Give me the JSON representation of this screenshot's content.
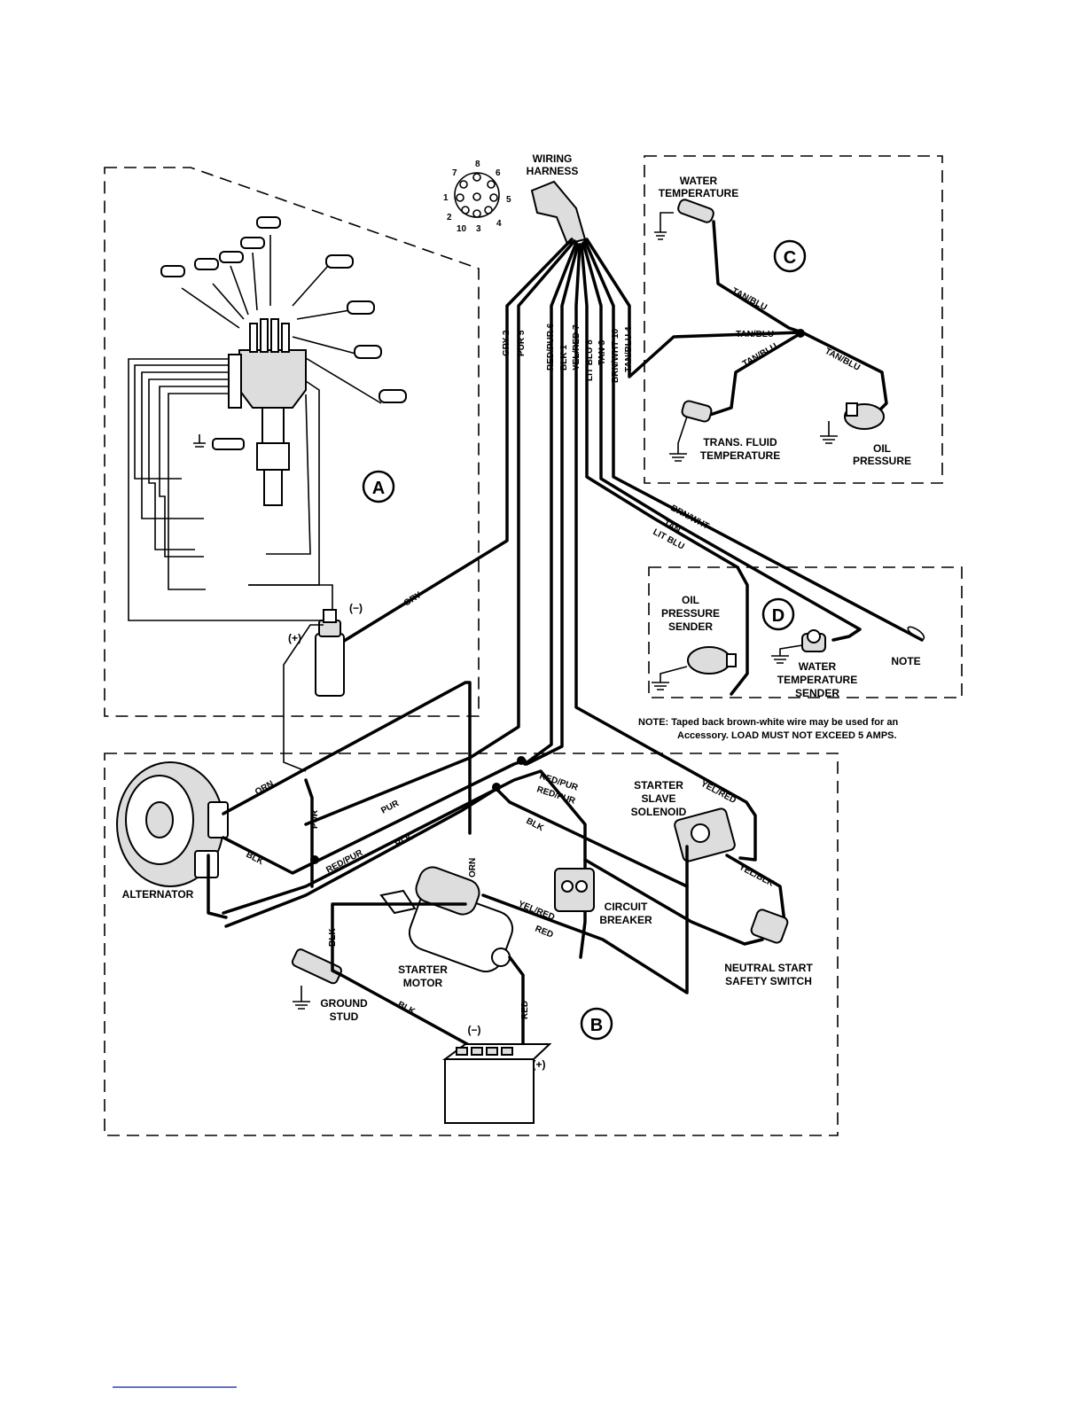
{
  "harness": {
    "title_line1": "WIRING",
    "title_line2": "HARNESS",
    "pins": [
      "1",
      "2",
      "3",
      "4",
      "5",
      "6",
      "7",
      "8",
      "10"
    ],
    "wires": [
      "GRY 2",
      "PUR 5",
      "RED/PUR 6",
      "BLK 1",
      "YEL/RED 7",
      "LIT BLU 8",
      "TAN 3",
      "BRN/WHT 10",
      "TAN/BLU 4"
    ]
  },
  "section_a": {
    "badge": "A",
    "minus": "(−)",
    "plus": "(+)",
    "wire_gry": "GRY"
  },
  "section_b": {
    "badge": "B",
    "alternator": "ALTERNATOR",
    "starter_slave_solenoid": [
      "STARTER",
      "SLAVE",
      "SOLENOID"
    ],
    "circuit_breaker": [
      "CIRCUIT",
      "BREAKER"
    ],
    "starter_motor": [
      "STARTER",
      "MOTOR"
    ],
    "ground_stud": [
      "GROUND",
      "STUD"
    ],
    "neutral_start": [
      "NEUTRAL START",
      "SAFETY SWITCH"
    ],
    "battery_minus": "(−)",
    "battery_plus": "(+)",
    "wire_labels": {
      "orn": "ORN",
      "pur": "PUR",
      "blk": "BLK",
      "red_pur": "RED/PUR",
      "yel_red": "YEL/RED",
      "yel_blk": "YEL/BLK",
      "red": "RED"
    }
  },
  "section_c": {
    "badge": "C",
    "water_temperature": [
      "WATER",
      "TEMPERATURE"
    ],
    "trans_fluid": [
      "TRANS. FLUID",
      "TEMPERATURE"
    ],
    "oil_pressure": [
      "OIL",
      "PRESSURE"
    ],
    "wire_tan_blu": "TAN/BLU"
  },
  "section_d": {
    "badge": "D",
    "oil_pressure_sender": [
      "OIL",
      "PRESSURE",
      "SENDER"
    ],
    "water_temperature_sender": [
      "WATER",
      "TEMPERATURE",
      "SENDER"
    ],
    "note_label": "NOTE",
    "wire_brn_wht": "BRN/WHT",
    "wire_tan": "TAN",
    "wire_lit_blu": "LIT BLU"
  },
  "note": {
    "line1": "NOTE: Taped back brown-white wire may be used for an",
    "line2": "Accessory. LOAD MUST NOT EXCEED 5 AMPS."
  }
}
